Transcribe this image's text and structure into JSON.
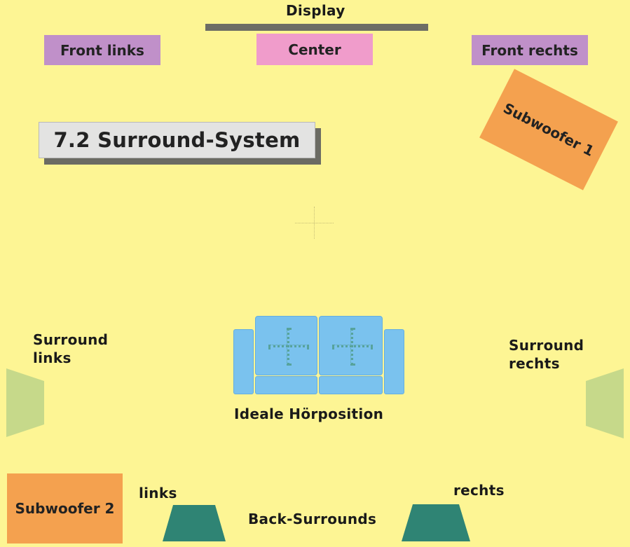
{
  "display": {
    "label": "Display"
  },
  "front": {
    "left": "Front links",
    "center": "Center",
    "right": "Front rechts"
  },
  "title": "7.2 Surround-System",
  "subwoofers": {
    "one": "Subwoofer 1",
    "two": "Subwoofer 2"
  },
  "surround": {
    "left_line1": "Surround",
    "left_line2": "links",
    "right_line1": "Surround",
    "right_line2": "rechts"
  },
  "listening_position": "Ideale Hörposition",
  "back_surrounds": {
    "label": "Back-Surrounds",
    "left": "links",
    "right": "rechts"
  },
  "colors": {
    "background": "#fdf594",
    "front_side": "#c090c9",
    "center": "#f09ccb",
    "subwoofer": "#f4a14f",
    "surround": "#c6d98a",
    "back_surround": "#2f8474",
    "sofa": "#7ac2ee",
    "display_bar": "#6d6d65"
  }
}
